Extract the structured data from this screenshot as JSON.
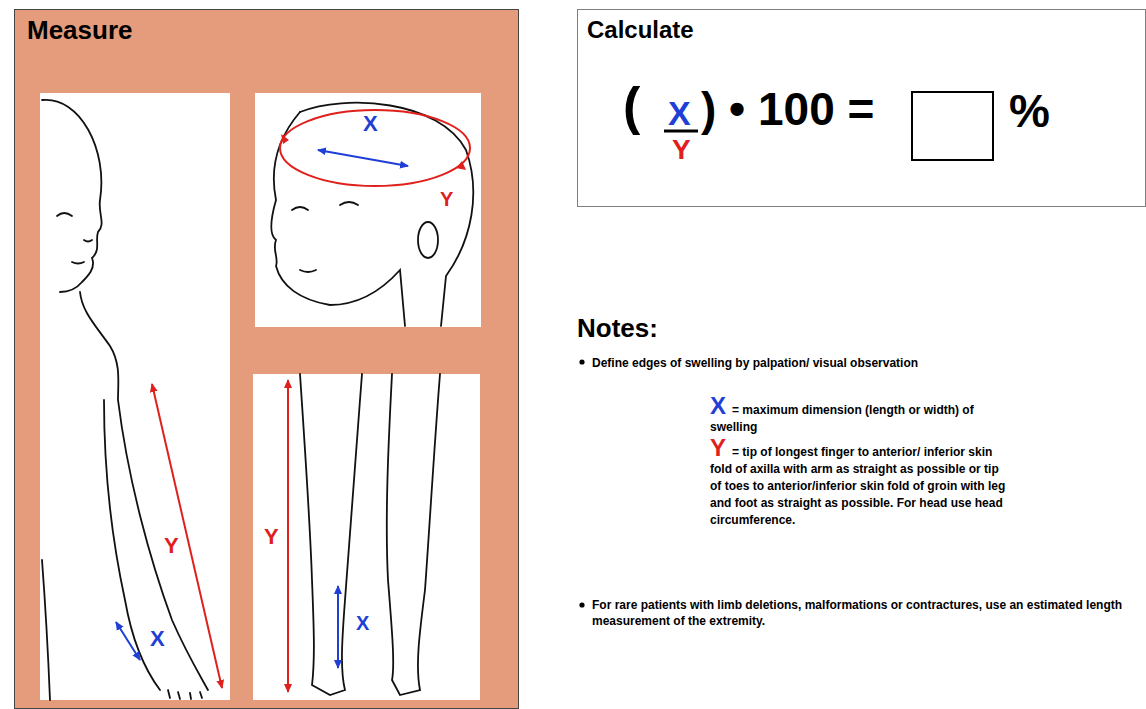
{
  "diagram": {
    "nodes": [
      {
        "text": [
          "Measure"
        ]
      },
      {
        "text": [
          "Y",
          "X"
        ],
        "in": 0
      },
      {
        "text": [
          "X",
          "Y"
        ],
        "in": 0
      },
      {
        "text": [
          "Y",
          "X"
        ],
        "in": 0
      },
      {
        "text": [
          "Calculate",
          "(",
          "X",
          "Y",
          ") • 100 =",
          "%"
        ]
      }
    ],
    "labels": [
      "Notes:",
      "Define edges of swelling by palpation/ visual observation",
      "X",
      "= maximum dimension (length or width) of swelling",
      "Y",
      "= tip of longest finger to anterior/ inferior skin fold of axilla with arm as straight as possible or tip of toes to anterior/inferior skin fold of groin with leg and foot as straight as possible. For head use head circumference.",
      "For rare patients with limb deletions, malformations or contractures, use an estimated length measurement of the extremity."
    ]
  }
}
